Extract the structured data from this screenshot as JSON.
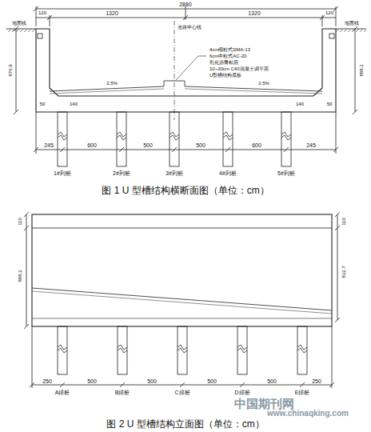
{
  "diagram": {
    "labels": [
      "2880",
      "120",
      "1320",
      "1320",
      "120",
      "地面线",
      "地面线",
      "道路中心线",
      "4cm细粒式SMA-13",
      "6cm中粒式AC-20",
      "乳化沥青粘层",
      "10~20cm C40混凝土调平层",
      "U型槽结构底板",
      "2.5%",
      "2.5%",
      "876.9",
      "888.2",
      "50",
      "50",
      "140",
      "140",
      "245",
      "600",
      "500",
      "500",
      "600",
      "245",
      "1#列桩",
      "2#列桩",
      "3#列桩",
      "4#列桩",
      "5#列桩",
      "图 1 U 型槽结构横断面图（单位：cm）",
      "110",
      "888.2",
      "110",
      "832.7",
      "250",
      "500",
      "500",
      "500",
      "500",
      "250",
      "A排桩",
      "B排桩",
      "C排桩",
      "D排桩",
      "E排桩",
      "中国期刊网",
      "www.chinaqking.com",
      "图 2 U 型槽结构立面图（单位：cm）"
    ]
  }
}
